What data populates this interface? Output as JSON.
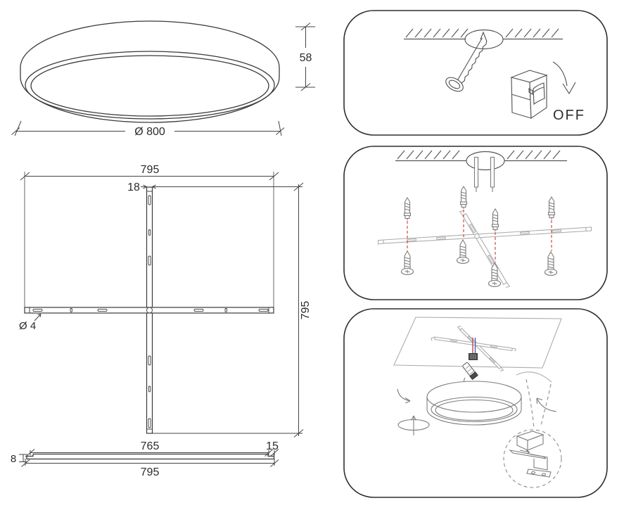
{
  "colors": {
    "line": "#3a3a3a",
    "panel_border": "#2f2f2f",
    "bracket_gray": "#adadad",
    "hardware_gray": "#7d7d7d",
    "alignment_red": "#d64545",
    "wire_red": "#c23b32",
    "wire_blue": "#3f51b5"
  },
  "side_view": {
    "height_label": "58",
    "diameter_label": "Ø 800"
  },
  "plan_view": {
    "top_width_label": "795",
    "bar_width_label": "18",
    "right_height_label": "795",
    "hole_diameter_label": "Ø 4"
  },
  "profile_view": {
    "mount_span_label": "765",
    "end_offset_label": "15",
    "total_length_label": "795",
    "thickness_label": "8"
  },
  "steps": {
    "step1": {
      "switch_state_label": "OFF"
    }
  }
}
